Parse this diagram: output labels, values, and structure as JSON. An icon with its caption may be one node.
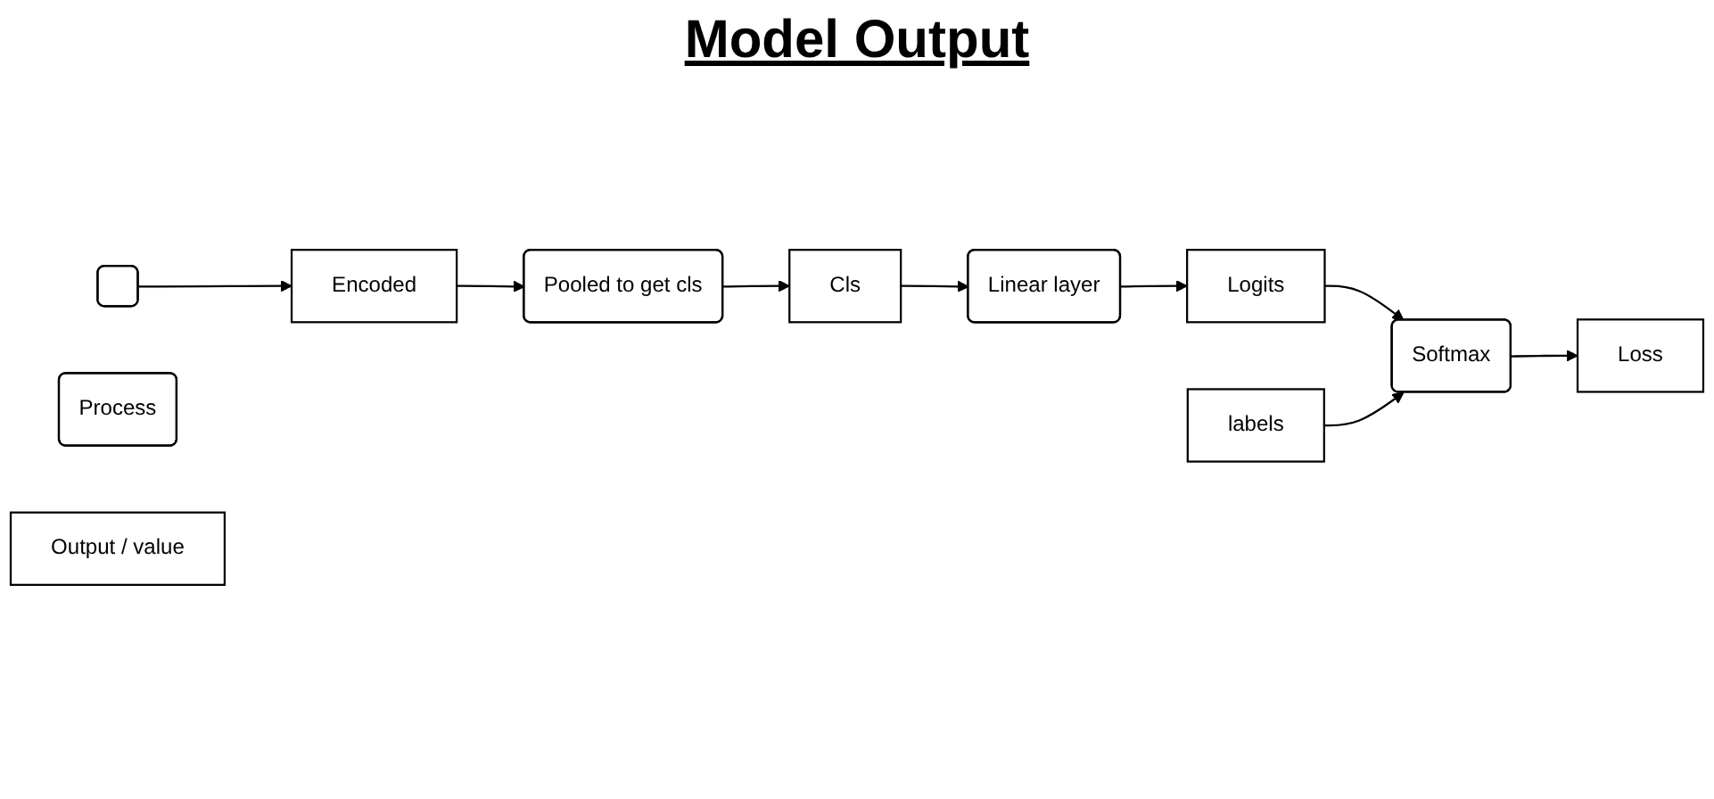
{
  "diagram": {
    "title": "Model Output",
    "nodes": [
      {
        "text": [],
        "shape": "box"
      },
      {
        "text": [
          "Encoded"
        ]
      },
      {
        "text": [
          "Pooled to get cls"
        ]
      },
      {
        "text": [
          "Cls"
        ]
      },
      {
        "text": [
          "Linear layer"
        ]
      },
      {
        "text": [
          "Logits"
        ]
      },
      {
        "text": [
          "Softmax"
        ]
      },
      {
        "text": [
          "labels"
        ]
      },
      {
        "text": [
          "Loss"
        ]
      },
      {
        "text": [
          "Process"
        ]
      },
      {
        "text": [
          "Output / value"
        ]
      }
    ],
    "edges": [
      {
        "from": 0,
        "to": 1,
        "arrow": "to"
      },
      {
        "from": 1,
        "to": 2,
        "arrow": "to"
      },
      {
        "from": 2,
        "to": 3,
        "arrow": "to"
      },
      {
        "from": 3,
        "to": 4,
        "arrow": "to"
      },
      {
        "from": 4,
        "to": 5,
        "arrow": "to"
      },
      {
        "from": 5,
        "to": 6,
        "arrow": "to"
      },
      {
        "from": 7,
        "to": 6,
        "arrow": "to"
      },
      {
        "from": 6,
        "to": 8,
        "arrow": "to"
      }
    ]
  }
}
